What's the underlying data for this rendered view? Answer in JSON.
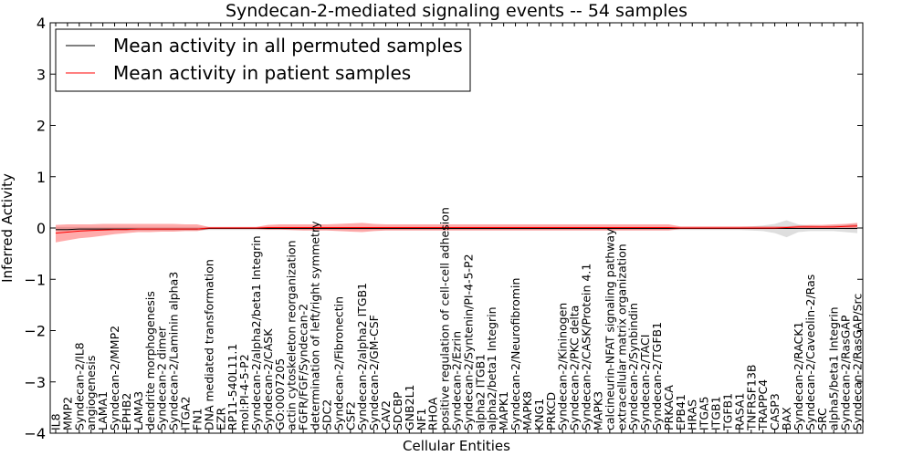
{
  "chart_data": {
    "type": "line",
    "title": "Syndecan-2-mediated signaling events -- 54 samples",
    "xlabel": "Cellular Entities",
    "ylabel": "Inferred Activity",
    "ylim": [
      -4,
      4
    ],
    "yticks": [
      -4,
      -3,
      -2,
      -1,
      0,
      1,
      2,
      3,
      4
    ],
    "grid": false,
    "legend_position": "top-left",
    "categories": [
      "IL8",
      "MMP2",
      "Syndecan-2/IL8",
      "angiogenesis",
      "LAMA1",
      "Syndecan-2/MMP2",
      "EPHB2",
      "LAMA3",
      "dendrite morphogenesis",
      "Syndecan-2 dimer",
      "Syndecan-2/Laminin alpha3",
      "ITGA2",
      "FN1",
      "DNA mediated transformation",
      "EZR",
      "RP11-540L11.1",
      "mol:PI-4-5-P2",
      "Syndecan-2/alpha2/beta1 Integrin",
      "Syndecan-2/CASK",
      "GO:0007205",
      "actin cytoskeleton reorganization",
      "FGFR/FGF/Syndecan-2",
      "determination of left/right symmetry",
      "SDC2",
      "Syndecan-2/Fibronectin",
      "CSF2",
      "Syndecan-2/alpha2 ITGB1",
      "Syndecan-2/GM-CSF",
      "CAV2",
      "SDCBP",
      "GNB2L1",
      "NF1",
      "RHOA",
      "positive regulation of cell-cell adhesion",
      "Syndecan-2/Ezrin",
      "Syndecan-2/Syntenin/PI-4-5-P2",
      "alpha2 ITGB1",
      "alpha2/beta1 Integrin",
      "MAPK1",
      "Syndecan-2/Neurofibromin",
      "MAPK8",
      "KNG1",
      "PRKCD",
      "Syndecan-2/Kininogen",
      "Syndecan-2/PKC delta",
      "Syndecan-2/CASK/Protein 4.1",
      "MAPK3",
      "calcineurin-NFAT signaling pathway",
      "extracellular matrix organization",
      "Syndecan-2/Synbindin",
      "Syndecan-2/TACI",
      "Syndecan-2/TGFB1",
      "PRKACA",
      "EPB41",
      "HRAS",
      "ITGA5",
      "ITGB1",
      "TGFB1",
      "RASA1",
      "TNFRSF13B",
      "TRAPPC4",
      "CASP3",
      "BAX",
      "Syndecan-2/RACK1",
      "Syndecan-2/Caveolin-2/Ras",
      "SRC",
      "alpha5/beta1 Integrin",
      "Syndecan-2/RasGAP",
      "Syndecan-2/RasGAP/Src"
    ],
    "series": [
      {
        "name": "Mean activity in all permuted samples",
        "color": "#000000",
        "values": [
          -0.03,
          -0.03,
          -0.02,
          -0.02,
          -0.02,
          -0.02,
          -0.02,
          -0.02,
          -0.02,
          -0.02,
          -0.02,
          -0.02,
          -0.02,
          -0.01,
          -0.01,
          -0.01,
          -0.01,
          -0.01,
          -0.01,
          -0.01,
          -0.01,
          -0.01,
          -0.01,
          -0.01,
          -0.01,
          -0.01,
          -0.01,
          -0.01,
          -0.01,
          -0.01,
          -0.01,
          -0.01,
          -0.01,
          -0.01,
          -0.01,
          -0.01,
          -0.01,
          -0.01,
          -0.01,
          -0.01,
          -0.01,
          -0.01,
          -0.01,
          -0.01,
          -0.01,
          -0.01,
          -0.01,
          -0.01,
          -0.01,
          -0.01,
          -0.01,
          -0.01,
          -0.01,
          -0.01,
          -0.01,
          -0.01,
          -0.01,
          -0.01,
          -0.01,
          -0.01,
          -0.01,
          -0.01,
          -0.01,
          -0.01,
          -0.01,
          -0.01,
          -0.01,
          -0.01,
          -0.01
        ],
        "band_lower": [
          -0.06,
          -0.06,
          -0.05,
          -0.05,
          -0.05,
          -0.05,
          -0.05,
          -0.05,
          -0.05,
          -0.05,
          -0.05,
          -0.05,
          -0.05,
          -0.04,
          -0.04,
          -0.04,
          -0.04,
          -0.04,
          -0.04,
          -0.04,
          -0.04,
          -0.04,
          -0.04,
          -0.04,
          -0.04,
          -0.04,
          -0.04,
          -0.04,
          -0.04,
          -0.04,
          -0.04,
          -0.04,
          -0.04,
          -0.04,
          -0.04,
          -0.04,
          -0.04,
          -0.04,
          -0.04,
          -0.04,
          -0.04,
          -0.04,
          -0.04,
          -0.04,
          -0.04,
          -0.04,
          -0.04,
          -0.04,
          -0.04,
          -0.04,
          -0.04,
          -0.04,
          -0.04,
          -0.04,
          -0.04,
          -0.04,
          -0.04,
          -0.04,
          -0.04,
          -0.05,
          -0.06,
          -0.1,
          -0.18,
          -0.08,
          -0.06,
          -0.06,
          -0.06,
          -0.08,
          -0.1
        ],
        "band_upper": [
          0.02,
          0.02,
          0.02,
          0.02,
          0.02,
          0.02,
          0.02,
          0.02,
          0.02,
          0.02,
          0.02,
          0.02,
          0.02,
          0.02,
          0.02,
          0.02,
          0.02,
          0.02,
          0.02,
          0.02,
          0.02,
          0.02,
          0.02,
          0.02,
          0.02,
          0.02,
          0.02,
          0.02,
          0.02,
          0.02,
          0.02,
          0.02,
          0.02,
          0.02,
          0.02,
          0.02,
          0.02,
          0.02,
          0.02,
          0.02,
          0.02,
          0.02,
          0.02,
          0.02,
          0.02,
          0.02,
          0.02,
          0.02,
          0.02,
          0.02,
          0.02,
          0.02,
          0.02,
          0.02,
          0.02,
          0.02,
          0.02,
          0.02,
          0.02,
          0.03,
          0.05,
          0.08,
          0.15,
          0.07,
          0.05,
          0.04,
          0.05,
          0.06,
          0.08
        ]
      },
      {
        "name": "Mean activity in patient samples",
        "color": "#ff0000",
        "values": [
          -0.1,
          -0.08,
          -0.06,
          -0.05,
          -0.04,
          -0.03,
          -0.03,
          -0.02,
          -0.02,
          -0.02,
          -0.02,
          -0.02,
          -0.02,
          0.0,
          0.0,
          0.0,
          0.0,
          0.0,
          0.01,
          0.01,
          0.01,
          0.01,
          0.01,
          0.01,
          0.01,
          0.01,
          0.01,
          0.01,
          0.01,
          0.01,
          0.01,
          0.01,
          0.01,
          0.01,
          0.01,
          0.01,
          0.01,
          0.01,
          0.01,
          0.01,
          0.01,
          0.01,
          0.01,
          0.01,
          0.01,
          0.01,
          0.01,
          0.01,
          0.01,
          0.01,
          0.01,
          0.01,
          0.01,
          0.0,
          0.0,
          0.0,
          0.0,
          0.0,
          0.0,
          0.0,
          0.0,
          0.0,
          0.01,
          0.02,
          0.02,
          0.02,
          0.02,
          0.03,
          0.04
        ],
        "band_lower": [
          -0.28,
          -0.24,
          -0.2,
          -0.18,
          -0.15,
          -0.12,
          -0.1,
          -0.08,
          -0.08,
          -0.07,
          -0.07,
          -0.06,
          -0.06,
          -0.02,
          -0.02,
          -0.02,
          -0.02,
          -0.02,
          -0.03,
          -0.03,
          -0.04,
          -0.05,
          -0.05,
          -0.05,
          -0.06,
          -0.07,
          -0.08,
          -0.06,
          -0.05,
          -0.05,
          -0.05,
          -0.05,
          -0.05,
          -0.05,
          -0.05,
          -0.05,
          -0.05,
          -0.05,
          -0.05,
          -0.05,
          -0.05,
          -0.05,
          -0.05,
          -0.05,
          -0.05,
          -0.05,
          -0.05,
          -0.05,
          -0.05,
          -0.05,
          -0.05,
          -0.05,
          -0.05,
          -0.02,
          -0.02,
          -0.02,
          -0.02,
          -0.02,
          -0.02,
          -0.02,
          -0.02,
          -0.02,
          -0.01,
          -0.01,
          -0.01,
          -0.01,
          -0.01,
          -0.02,
          -0.02
        ],
        "band_upper": [
          0.06,
          0.07,
          0.07,
          0.07,
          0.08,
          0.08,
          0.08,
          0.08,
          0.08,
          0.08,
          0.08,
          0.07,
          0.07,
          0.02,
          0.02,
          0.02,
          0.02,
          0.02,
          0.06,
          0.07,
          0.07,
          0.07,
          0.07,
          0.07,
          0.08,
          0.09,
          0.1,
          0.08,
          0.07,
          0.07,
          0.07,
          0.07,
          0.07,
          0.07,
          0.07,
          0.07,
          0.07,
          0.07,
          0.07,
          0.07,
          0.07,
          0.07,
          0.07,
          0.07,
          0.07,
          0.07,
          0.07,
          0.07,
          0.07,
          0.07,
          0.07,
          0.07,
          0.07,
          0.03,
          0.03,
          0.03,
          0.03,
          0.03,
          0.03,
          0.03,
          0.03,
          0.03,
          0.03,
          0.05,
          0.06,
          0.06,
          0.07,
          0.08,
          0.1
        ]
      }
    ]
  }
}
